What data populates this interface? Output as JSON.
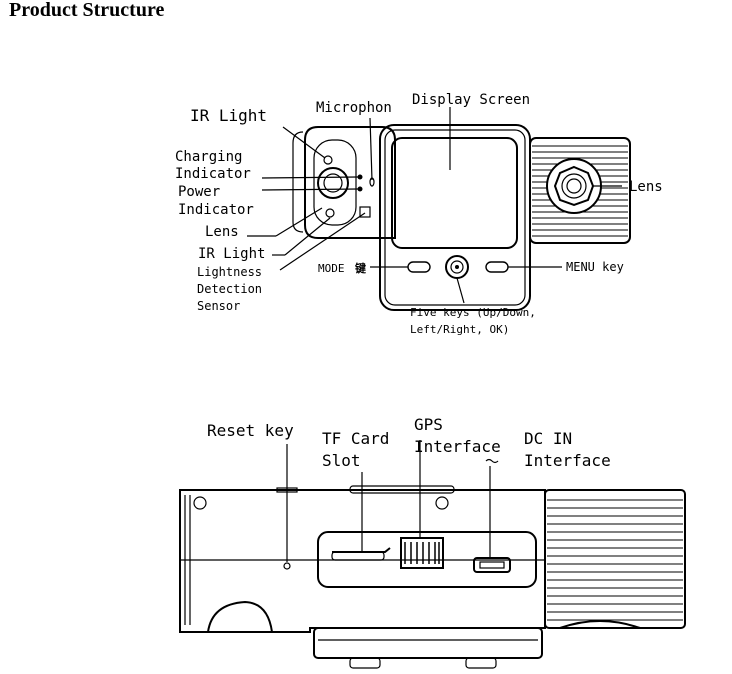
{
  "title": "Product Structure",
  "front_view": {
    "labels": {
      "ir_light_top": "IR Light",
      "microphone": "Microphon",
      "display_screen": "Display Screen",
      "charging_1": "Charging",
      "charging_2": "Indicator",
      "power_1": "Power",
      "power_2": "Indicator",
      "lens_left": "Lens",
      "ir_light_bottom": "IR Light",
      "sensor_1": "Lightness",
      "sensor_2": "Detection",
      "sensor_3": "Sensor",
      "mode": "MODE",
      "mode_glyph": "键",
      "menu_key": "MENU key",
      "lens_right": "Lens",
      "five_keys_1": "Five keys (Up/Down,",
      "five_keys_2": "Left/Right, OK)"
    }
  },
  "side_view": {
    "labels": {
      "reset_key": "Reset key",
      "tf_card_1": "TF Card",
      "tf_card_2": "Slot",
      "gps_1": "GPS",
      "gps_2": "Interface",
      "dc_in_1": "DC IN",
      "dc_in_2": "Interface"
    }
  }
}
